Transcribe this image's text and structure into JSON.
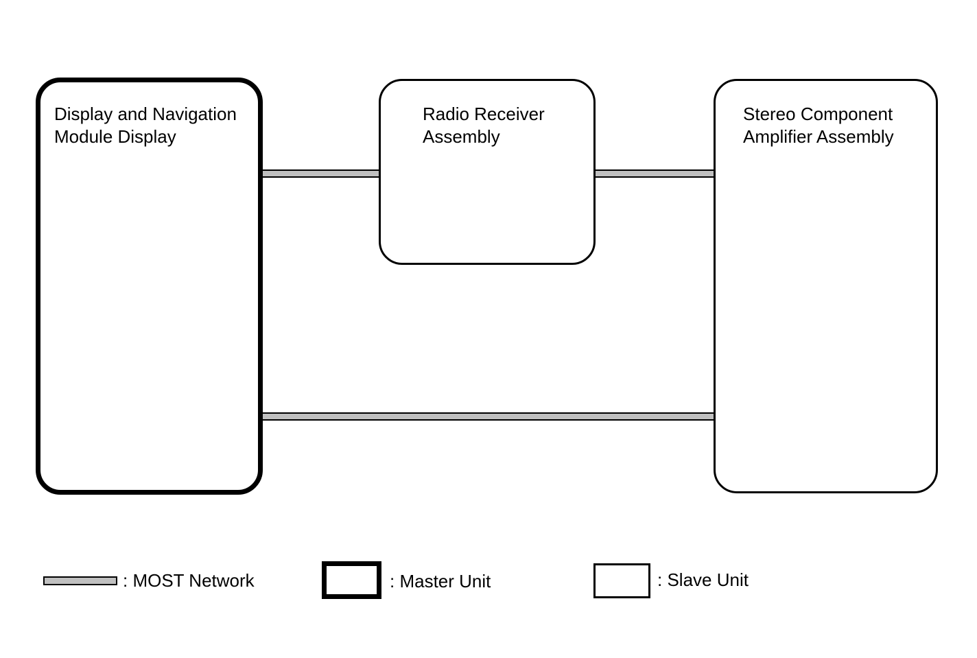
{
  "diagram": {
    "units": {
      "display_navigation": {
        "line1": "Display and Navigation",
        "line2": "Module Display",
        "role": "master"
      },
      "radio_receiver": {
        "line1": "Radio Receiver",
        "line2": "Assembly",
        "role": "slave"
      },
      "stereo_amplifier": {
        "line1": "Stereo Component",
        "line2": "Amplifier Assembly",
        "role": "slave"
      }
    },
    "connections": [
      {
        "from": "display_navigation",
        "to": "radio_receiver",
        "type": "MOST Network"
      },
      {
        "from": "radio_receiver",
        "to": "stereo_amplifier",
        "type": "MOST Network"
      },
      {
        "from": "display_navigation",
        "to": "stereo_amplifier",
        "type": "MOST Network"
      }
    ]
  },
  "legend": {
    "most_network": ": MOST Network",
    "master_unit": ": Master Unit",
    "slave_unit": ": Slave Unit"
  },
  "colors": {
    "network_fill": "#c0c0c0",
    "stroke": "#000000",
    "background": "#ffffff"
  }
}
